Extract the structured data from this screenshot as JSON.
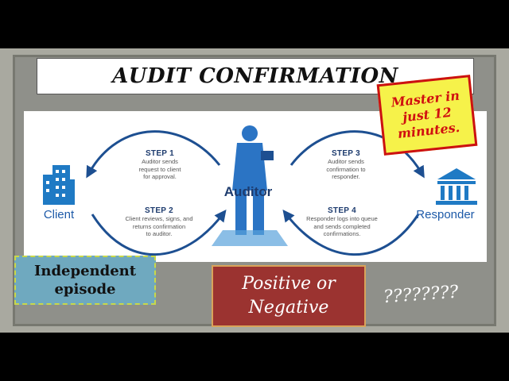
{
  "title": "AUDIT CONFIRMATION",
  "badge": "Master in just 12 minutes.",
  "diagram": {
    "center": "Auditor",
    "left_node": "Client",
    "right_node": "Responder",
    "steps": [
      {
        "title": "STEP 1",
        "desc": [
          "Auditor sends",
          "request to client",
          "for approval."
        ]
      },
      {
        "title": "STEP 2",
        "desc": [
          "Client reviews, signs, and",
          "returns confirmation",
          "to auditor."
        ]
      },
      {
        "title": "STEP 3",
        "desc": [
          "Auditor sends",
          "confirmation to",
          "responder."
        ]
      },
      {
        "title": "STEP 4",
        "desc": [
          "Responder logs into queue",
          "and sends completed",
          "confirmations."
        ]
      }
    ]
  },
  "independent_label": [
    "Independent",
    "episode"
  ],
  "positive_label": [
    "Positive or",
    "Negative"
  ],
  "question_marks": "????????",
  "colors": {
    "arrow": "#1d4f91",
    "icon": "#1f7ac4",
    "badge_bg": "#f6f24a",
    "badge_text": "#d01010",
    "positive_bg": "#9b3330",
    "independent_bg": "#6fa9bf"
  }
}
